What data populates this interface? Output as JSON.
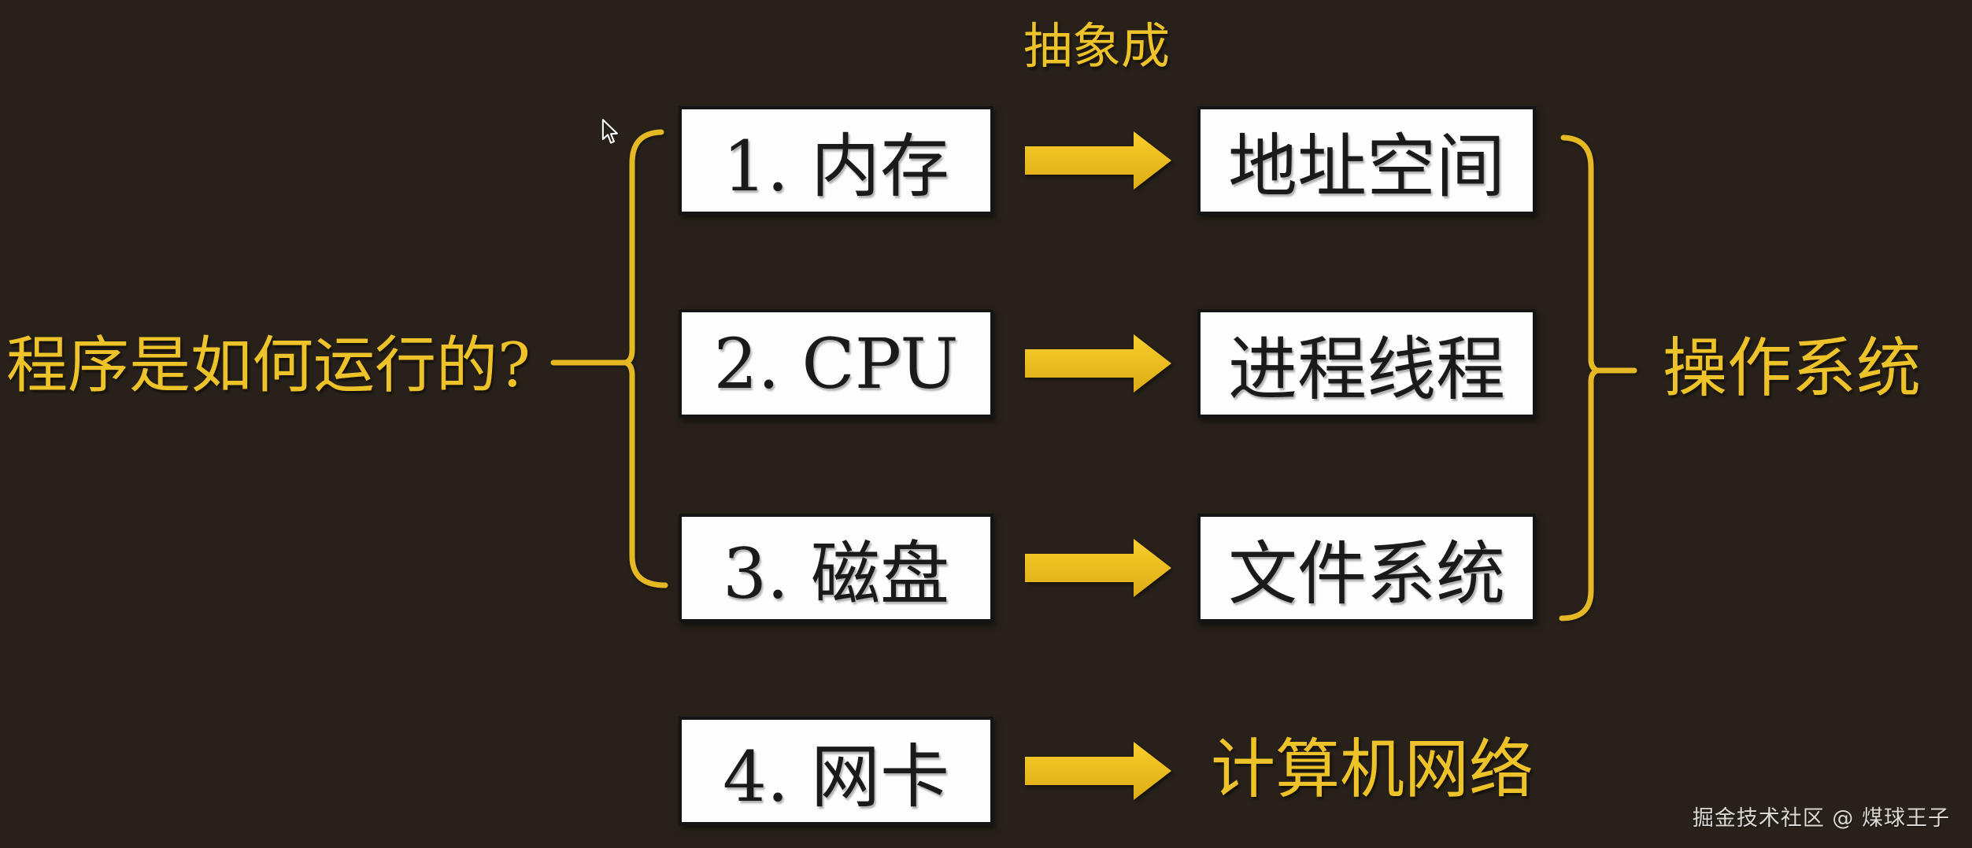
{
  "abstract_label": "抽象成",
  "question": {
    "label": "程序是如何运行的?"
  },
  "os_label": "操作系统",
  "rows": [
    {
      "source": "1. 内存",
      "target": "地址空间",
      "target_boxed": true
    },
    {
      "source": "2. CPU",
      "target": "进程线程",
      "target_boxed": true
    },
    {
      "source": "3. 磁盘",
      "target": "文件系统",
      "target_boxed": true
    },
    {
      "source": "4. 网卡",
      "target": "计算机网络",
      "target_boxed": false
    }
  ],
  "watermark": "掘金技术社区 @ 煤球王子",
  "icons": {
    "arrow": "right-arrow-icon",
    "left_bracket": "curly-brace-left",
    "right_bracket": "curly-brace-right",
    "cursor": "mouse-pointer-icon"
  },
  "colors": {
    "background": "#28211a",
    "accent_yellow": "#eec32a",
    "arrow_yellow": "#f2c41e",
    "box_bg": "#fdfdfd",
    "box_border": "#141414",
    "box_text": "#1a1a1a",
    "watermark_text": "#dcd9d4"
  }
}
